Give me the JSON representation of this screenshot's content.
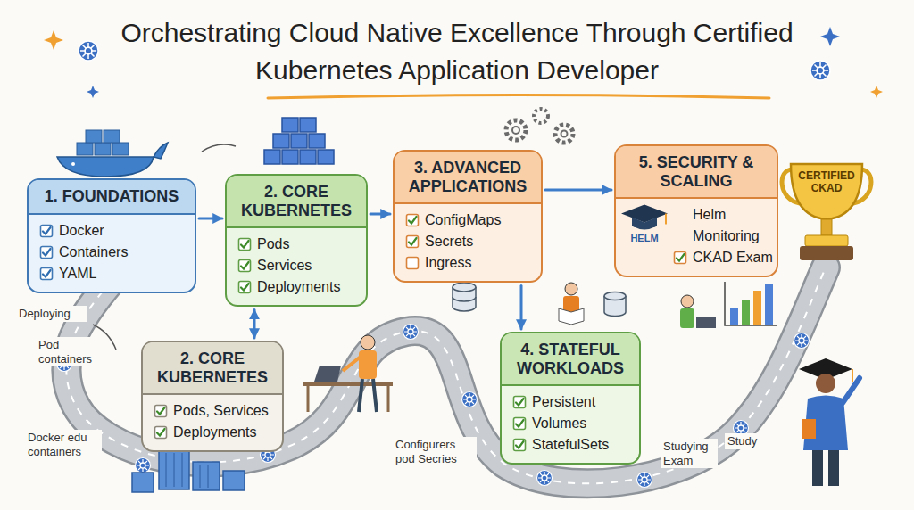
{
  "diagram": {
    "title": "Orchestrating Cloud Native Excellence Through Certified Kubernetes Application Developer",
    "nodes": [
      {
        "text": [
          "1. FOUNDATIONS",
          "Docker",
          "Containers",
          "YAML"
        ]
      },
      {
        "text": [
          "2. CORE KUBERNETES",
          "Pods",
          "Services",
          "Deployments"
        ]
      },
      {
        "text": [
          "3. ADVANCED APPLICATIONS",
          "ConfigMaps",
          "Secrets",
          "Ingress"
        ]
      },
      {
        "text": [
          "5. SECURITY & SCALING",
          "Helm",
          "Monitoring",
          "CKAD Exam"
        ]
      },
      {
        "text": [
          "CERTIFIED CKAD"
        ]
      },
      {
        "text": [
          "2. CORE KUBERNETES",
          "Pods, Services",
          "Deployments"
        ]
      },
      {
        "text": [
          "4. STATEFUL WORKLOADS",
          "Persistent",
          "Volumes",
          "StatefulSets"
        ]
      }
    ],
    "edges": [
      {
        "from": 0,
        "to": 1,
        "arrow": "to"
      },
      {
        "from": 1,
        "to": 2,
        "arrow": "to"
      },
      {
        "from": 2,
        "to": 3,
        "arrow": "to"
      },
      {
        "from": 1,
        "to": 5,
        "arrow": "both"
      },
      {
        "from": 2,
        "to": 6,
        "arrow": "to"
      }
    ],
    "labels": [
      "HELM",
      "Deploying",
      "Pod containers",
      "Docker edu containers",
      "Configurers pod Secries",
      "Studying Exam",
      "Study"
    ]
  }
}
